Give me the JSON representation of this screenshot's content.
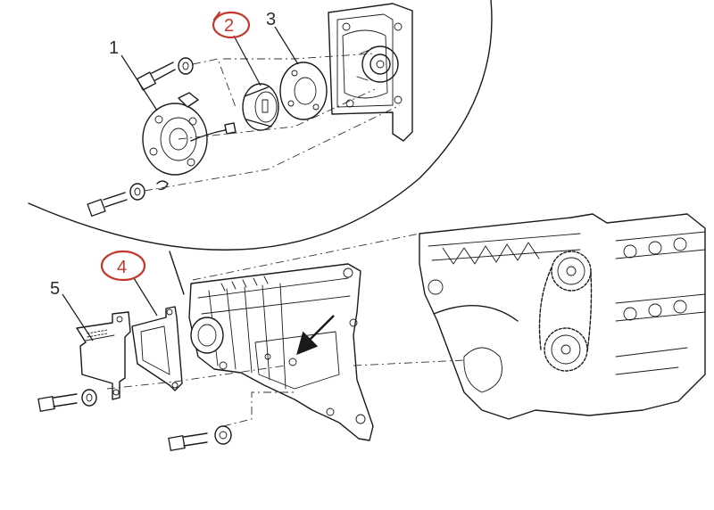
{
  "callouts": [
    {
      "id": "1",
      "text": "1",
      "circled": false
    },
    {
      "id": "2",
      "text": "2",
      "circled": true
    },
    {
      "id": "3",
      "text": "3",
      "circled": false
    },
    {
      "id": "4",
      "text": "4",
      "circled": true
    },
    {
      "id": "5",
      "text": "5",
      "circled": false
    }
  ],
  "colors": {
    "ink": "#1a1a1a",
    "label": "#2b2b2b",
    "highlight": "#c0392b",
    "background": "#ffffff"
  },
  "icons": {
    "direction_arrow": "arrow-down-left-icon"
  }
}
